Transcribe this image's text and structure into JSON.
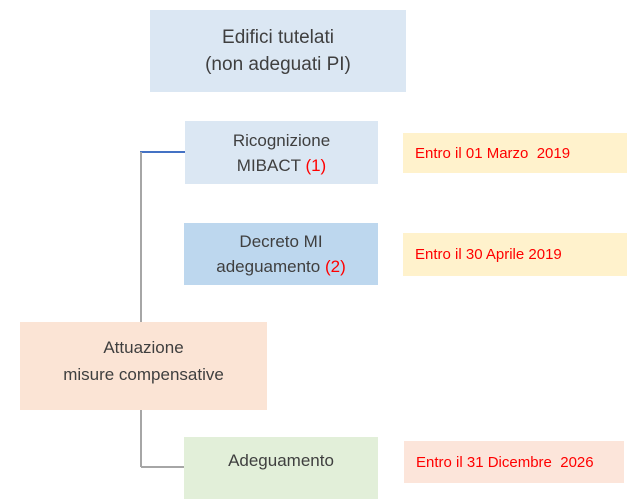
{
  "diagram_title": "Edifici tutelati flowchart",
  "root_box": {
    "line1": "Edifici tutelati",
    "line2": "(non adeguati PI)"
  },
  "boxes": {
    "ricognizione": {
      "line1": "Ricognizione",
      "line2": "MIBACT",
      "ref": "(1)"
    },
    "decreto": {
      "line1": "Decreto MI",
      "line2": "adeguamento",
      "ref": "(2)"
    },
    "attuazione": {
      "line1": "Attuazione",
      "line2": "misure compensative"
    },
    "adeguamento": {
      "label": "Adeguamento"
    }
  },
  "deadlines": {
    "ricognizione": "Entro il 01 Marzo  2019",
    "decreto": "Entro il 30 Aprile 2019",
    "adeguamento": "Entro il 31 Dicembre  2026"
  },
  "colors": {
    "light_blue_fill": "#dbe7f3",
    "medium_blue_fill": "#bdd7ee",
    "peach_fill": "#fbe4d5",
    "green_fill": "#e2efd9",
    "cream_fill": "#fff2cc",
    "pink_fill": "#fce5da",
    "red_text": "#ff0000",
    "dark_text": "#3f3f3f",
    "connector_blue": "#4472c4",
    "connector_gray": "#a6a6a6"
  }
}
